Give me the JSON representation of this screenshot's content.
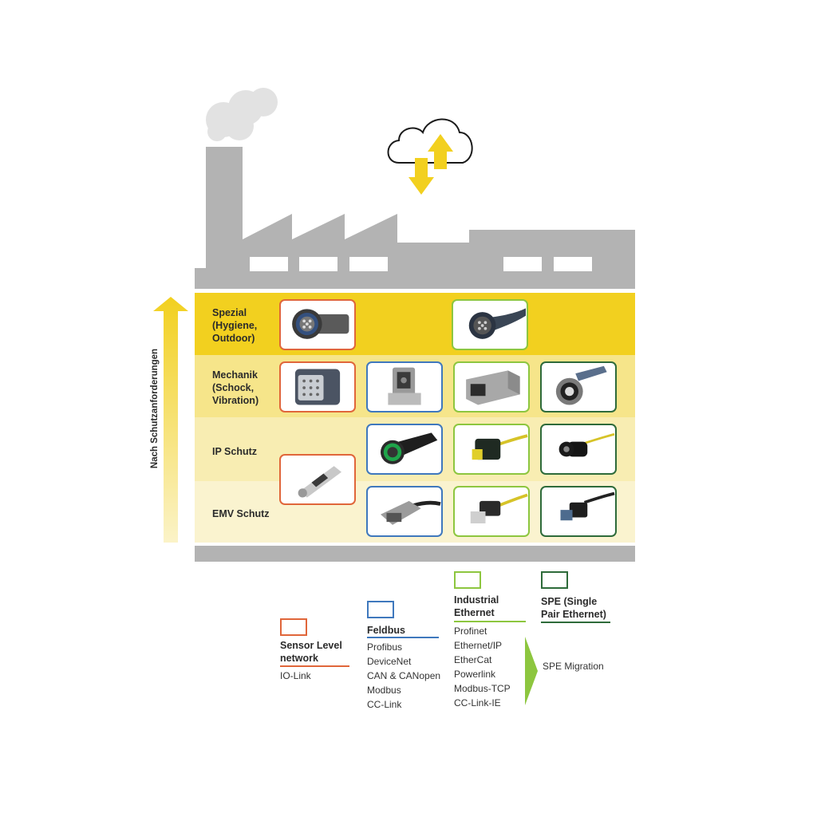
{
  "rows": [
    {
      "label": "Spezial\n(Hygiene,\nOutdoor)"
    },
    {
      "label": "Mechanik\n(Schock,\nVibration)"
    },
    {
      "label": "IP Schutz"
    },
    {
      "label": "EMV Schutz"
    }
  ],
  "axis_label": "Nach Schutzanforderungen",
  "legend": {
    "sensor": {
      "title": "Sensor Level\nnetwork",
      "items": [
        "IO-Link"
      ],
      "color": "#e0663a"
    },
    "feldbus": {
      "title": "Feldbus",
      "items": [
        "Profibus",
        "DeviceNet",
        "CAN & CANopen",
        "Modbus",
        "CC-Link"
      ],
      "color": "#3f78bd"
    },
    "industrial": {
      "title": "Industrial\nEthernet",
      "items": [
        "Profinet",
        "Ethernet/IP",
        "EtherCat",
        "Powerlink",
        "Modbus-TCP",
        "CC-Link-IE"
      ],
      "color": "#8dc63f"
    },
    "spe": {
      "title": "SPE (Single\nPair Ethernet)",
      "items": [
        "SPE Migration"
      ],
      "color": "#2e6b3a"
    }
  },
  "colors": {
    "factory_gray": "#b3b3b3",
    "band_spezial": "#f2d01f",
    "band_mechanik": "#f6e58a",
    "band_ip": "#f8edb2",
    "band_emv": "#faf3cf",
    "arrow_yellow": "#f2d01f"
  },
  "icons": [
    "cloud-icon",
    "upload-arrow-icon",
    "download-arrow-icon",
    "smoke-cloud-icon"
  ]
}
